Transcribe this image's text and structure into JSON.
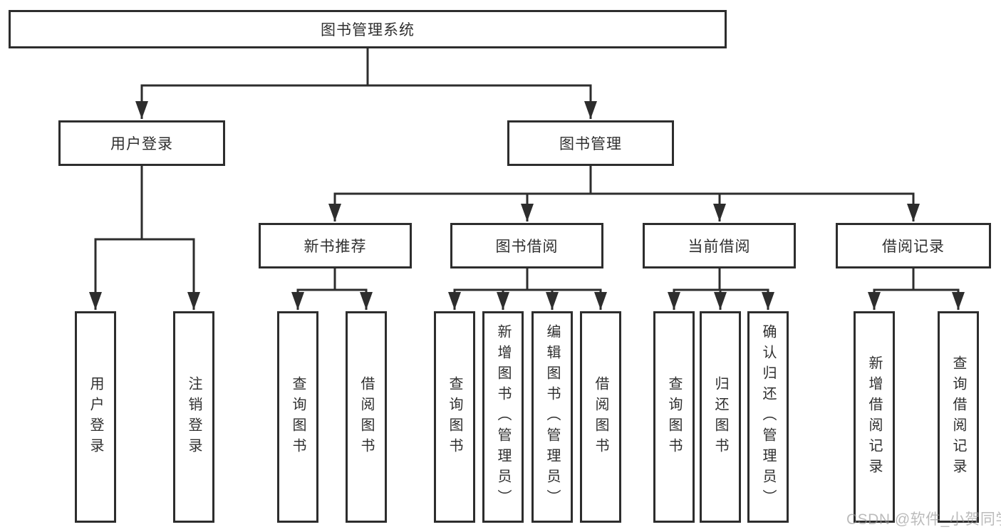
{
  "diagram": {
    "root": {
      "label": "图书管理系统"
    },
    "branches": [
      {
        "label": "用户登录",
        "children": [
          {
            "label": "用户登录"
          },
          {
            "label": "注销登录"
          }
        ]
      },
      {
        "label": "图书管理",
        "children": [
          {
            "label": "新书推荐",
            "children": [
              {
                "label": "查询图书"
              },
              {
                "label": "借阅图书"
              }
            ]
          },
          {
            "label": "图书借阅",
            "children": [
              {
                "label": "查询图书"
              },
              {
                "label": "新增图书（管理员）"
              },
              {
                "label": "编辑图书（管理员）"
              },
              {
                "label": "借阅图书"
              }
            ]
          },
          {
            "label": "当前借阅",
            "children": [
              {
                "label": "查询图书"
              },
              {
                "label": "归还图书"
              },
              {
                "label": "确认归还（管理员）"
              }
            ]
          },
          {
            "label": "借阅记录",
            "children": [
              {
                "label": "新增借阅记录"
              },
              {
                "label": "查询借阅记录"
              }
            ]
          }
        ]
      }
    ]
  },
  "watermark": "CSDN @软件_小贺同学",
  "colors": {
    "line": "#2d2d2d",
    "box_border": "#2d2d2d",
    "text": "#2f2f2f",
    "watermark": "#a8a8a8",
    "background": "#ffffff"
  }
}
